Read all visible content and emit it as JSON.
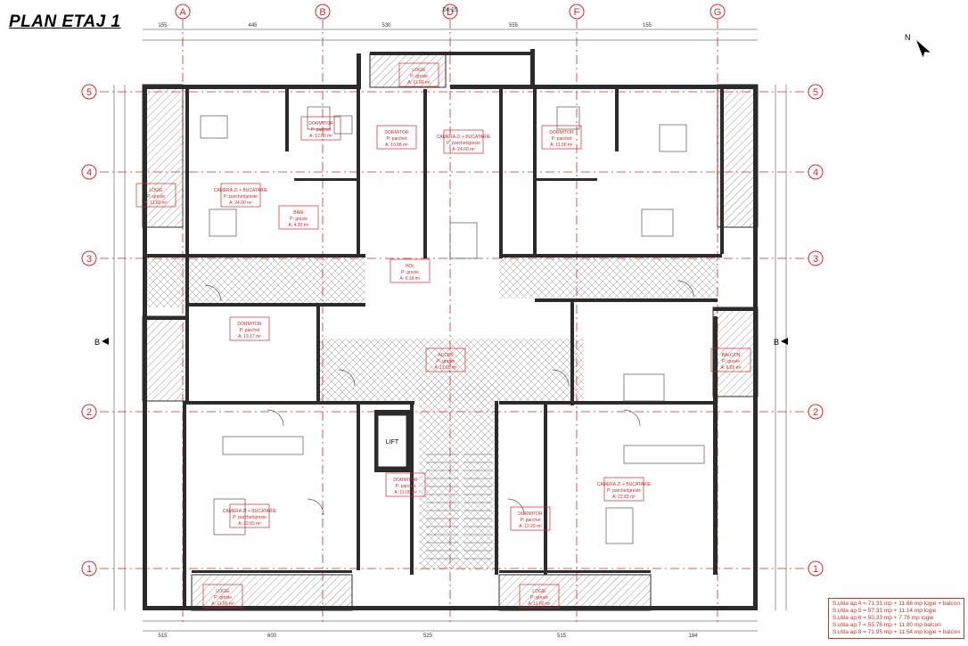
{
  "title": "PLAN ETAJ 1",
  "colors": {
    "wall": "#2b2b2b",
    "axis": "#d62828",
    "room_label": "#d62828",
    "hatch": "#9a9a9a",
    "dim": "#333333"
  },
  "axes": {
    "columns": [
      "A",
      "B",
      "D",
      "F",
      "G"
    ],
    "rows": [
      "5",
      "4",
      "3",
      "2",
      "1"
    ],
    "section_mark": "B"
  },
  "top_dims": {
    "overall": "24.15",
    "segments": [
      "155",
      "445",
      "530",
      "555",
      "155"
    ]
  },
  "bottom_dims": {
    "segments": [
      "515",
      "600",
      "525",
      "515",
      "184"
    ]
  },
  "rooms": [
    {
      "name": "LOGIE",
      "finish": "P: gresie",
      "area": "A: 11.80 m²"
    },
    {
      "name": "DORMITOR",
      "finish": "P: parchet",
      "area": "A: 12.00 m²"
    },
    {
      "name": "DORMITOR",
      "finish": "P: parchet",
      "area": "A: 10.68 m²"
    },
    {
      "name": "CAMERA ZI + BUCATARIE",
      "finish": "P: parchet/gresie",
      "area": "A: 24.00 m²"
    },
    {
      "name": "DORMITOR",
      "finish": "P: parchet",
      "area": "A: 11.00 m²"
    },
    {
      "name": "CAMERA ZI + BUCATARIE",
      "finish": "P: parchet/gresie",
      "area": "A: 24.00 m²"
    },
    {
      "name": "LOGIE",
      "finish": "P: gresie",
      "area": "A: 11.80 m²"
    },
    {
      "name": "BAIE",
      "finish": "P: gresie",
      "area": "A: 4.30 m²"
    },
    {
      "name": "HOL",
      "finish": "P: gresie",
      "area": "A: 6.18 m²"
    },
    {
      "name": "DORMITOR",
      "finish": "P: parchet",
      "area": "A: 13.17 m²"
    },
    {
      "name": "ACCES",
      "finish": "P: gresie",
      "area": "A: 11.00 m²"
    },
    {
      "name": "CAMERA ZI + BUCATARIE",
      "finish": "P: parchet/gresie",
      "area": "A: 22.83 m²"
    },
    {
      "name": "DORMITOR",
      "finish": "P: parchet",
      "area": "A: 11.00 m²"
    },
    {
      "name": "DORMITOR",
      "finish": "P: parchet",
      "area": "A: 12.29 m²"
    },
    {
      "name": "CAMERA ZI + BUCATARIE",
      "finish": "P: parchet/gresie",
      "area": "A: 22.83 m²"
    },
    {
      "name": "BALCON",
      "finish": "P: gresie",
      "area": "A: 6.65 m²"
    },
    {
      "name": "LOGIE",
      "finish": "P: gresie",
      "area": "A: 11.80 m²"
    },
    {
      "name": "LOGIE",
      "finish": "P: gresie",
      "area": "A: 11.80 m²"
    }
  ],
  "stair_label": "LIFT",
  "legend": [
    "S.utila ap.4 = 71.31 mp + 11.86 mp logie + balcon",
    "S.utila ap.5 = 57.31 mp + 11.14 mp logie",
    "S.utila ap.6 = 50.33 mp + 7.78 mp logie",
    "S.utila ap.7 = 55.76 mp + 11.80 mp balcon",
    "S.utila ap.8 = 71.95 mp + 11.54 mp logie + balcon"
  ],
  "north_arrow": "N"
}
